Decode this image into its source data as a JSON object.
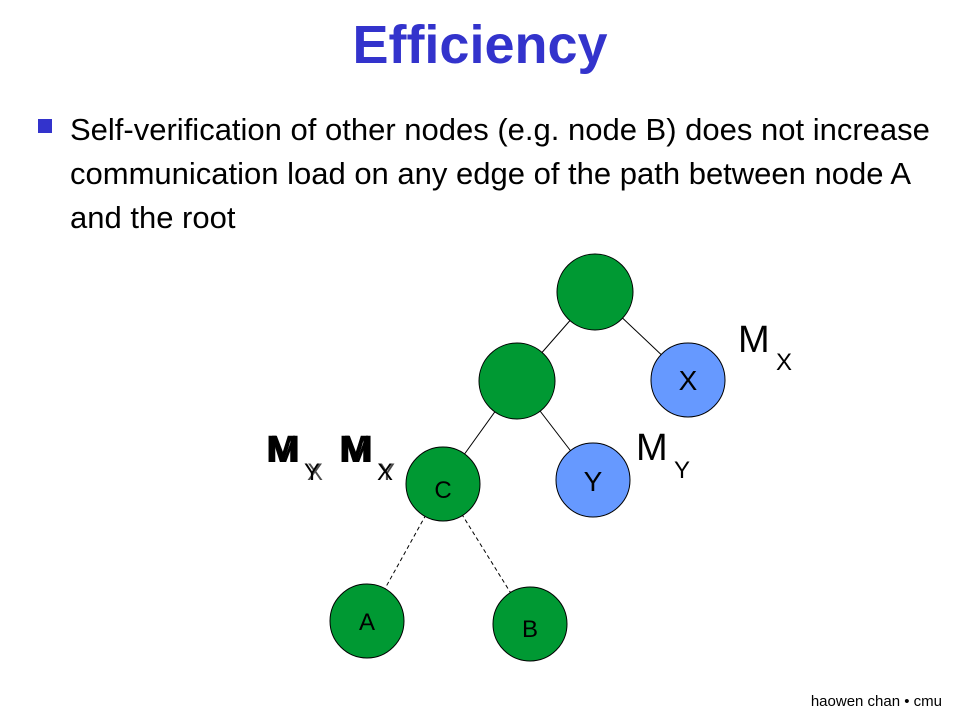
{
  "slide": {
    "title": "Efficiency",
    "bullet": "Self-verification of other nodes (e.g. node B) does not increase communication load on any edge of the path between node A and the root",
    "footer": "haowen chan • cmu"
  },
  "colors": {
    "title": "#3333cc",
    "node_green": "#009933",
    "node_blue": "#6699ff",
    "edge": "#000000"
  },
  "diagram": {
    "nodes": [
      {
        "id": "root",
        "label": ""
      },
      {
        "id": "x",
        "label": "X"
      },
      {
        "id": "mid",
        "label": ""
      },
      {
        "id": "y",
        "label": "Y"
      },
      {
        "id": "c",
        "label": "C"
      },
      {
        "id": "a",
        "label": "A"
      },
      {
        "id": "b",
        "label": "B"
      }
    ],
    "messages": {
      "m_x_main": "M",
      "m_x_main_sub": "X",
      "m_y_main": "M",
      "m_y_main_sub": "Y",
      "m_y_left": "M",
      "m_y_left_sub": "Y",
      "m_x_left": "M",
      "m_x_left_sub": "X"
    }
  }
}
